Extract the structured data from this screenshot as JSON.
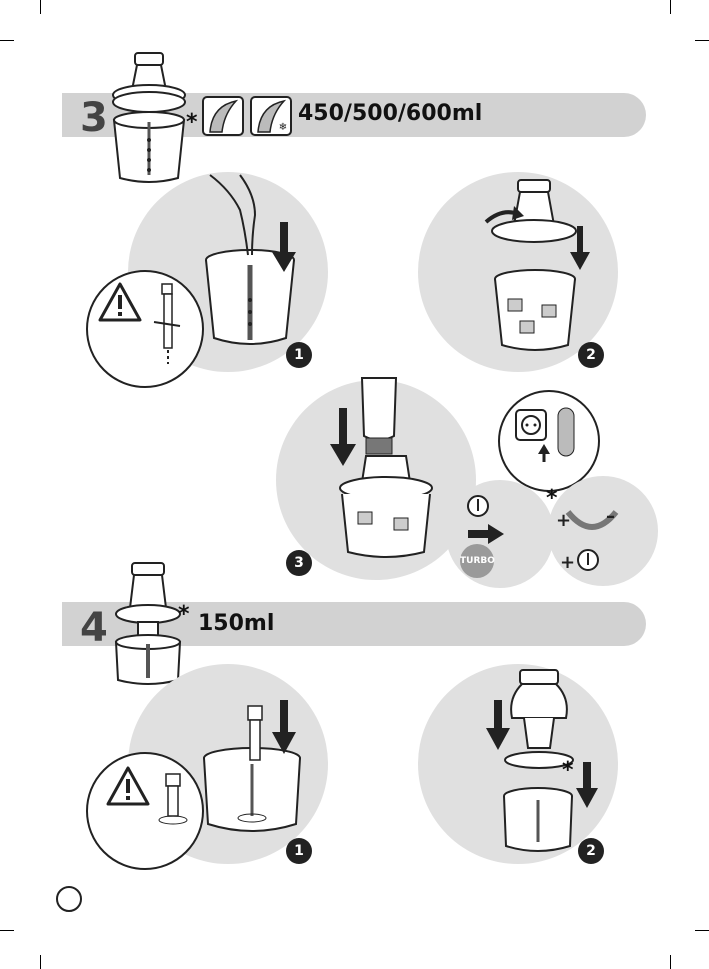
{
  "sections": [
    {
      "number": "3",
      "capacity": "450/500/600ml",
      "note_mark": "*"
    },
    {
      "number": "4",
      "capacity": "150ml",
      "note_mark": "*"
    }
  ],
  "steps": {
    "s3": [
      "1",
      "2",
      "3"
    ],
    "s4": [
      "1",
      "2"
    ]
  },
  "controls": {
    "turbo_label": "TURBO",
    "speed_plus": "+",
    "speed_minus": "–",
    "variable_mark": "*"
  },
  "colors": {
    "band": "#d2d2d2",
    "panel": "#e0e0e0",
    "ink": "#222222"
  },
  "icons": [
    "warning-icon",
    "blade-icon",
    "ice-blade-icon",
    "plug-icon",
    "arrow-icon",
    "power-button-icon"
  ]
}
